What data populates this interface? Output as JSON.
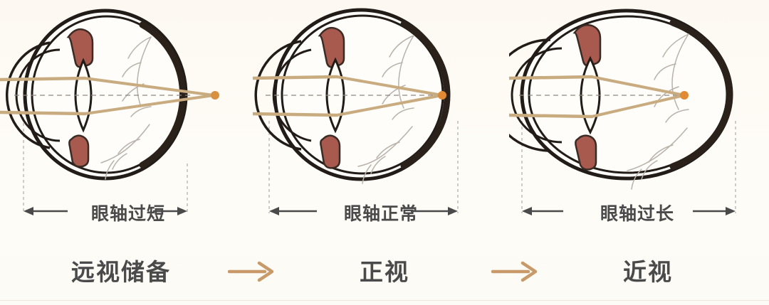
{
  "figure": {
    "title": "Eye axial length and refractive state progression",
    "background_color": "#fdfaf4",
    "text_color": "#4a4a4a",
    "accent_color": "#c89a6a",
    "ray_color": "#c9ab80",
    "iris_color": "#a85a4e",
    "sclera_color": "#221c18",
    "vessel_color": "#b9b2ab",
    "dashed_guide_color": "#b0aaa2"
  },
  "eyes": [
    {
      "id": "hyperopia",
      "axis_label": "眼轴过短",
      "stage_label": "远视储备",
      "focus_position": "behind-retina",
      "axial_length": "too-short",
      "eye_width_ratio": 0.78
    },
    {
      "id": "emmetropia",
      "axis_label": "眼轴正常",
      "stage_label": "正视",
      "focus_position": "on-retina",
      "axial_length": "normal",
      "eye_width_ratio": 0.88
    },
    {
      "id": "myopia",
      "axis_label": "眼轴过长",
      "stage_label": "近视",
      "focus_position": "in-front-of-retina",
      "axial_length": "too-long",
      "eye_width_ratio": 1.0
    }
  ],
  "flow": {
    "arrow_1": "arrow-right-icon",
    "arrow_2": "arrow-right-icon"
  }
}
